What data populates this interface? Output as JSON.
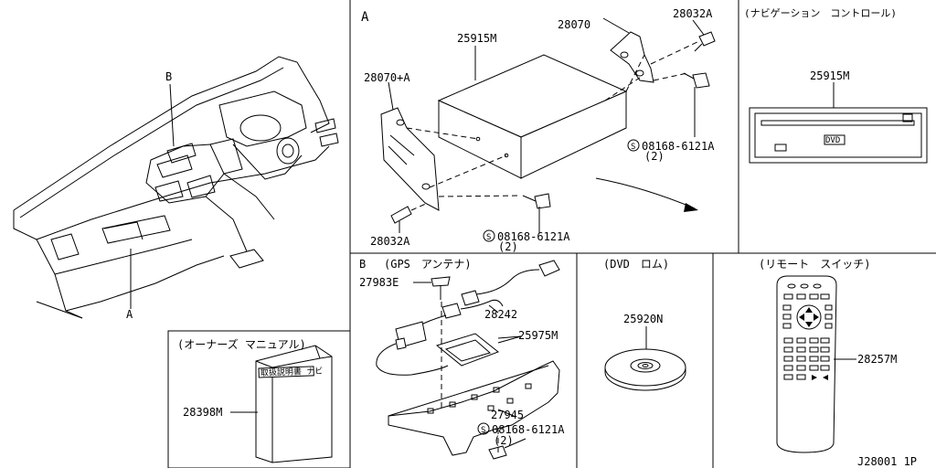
{
  "sections": {
    "a": {
      "letter": "A"
    },
    "nav": {
      "title": "(ナビゲーション　コントロール)"
    },
    "gps": {
      "letter": "B",
      "title": "(GPS　アンテナ)"
    },
    "dvd": {
      "title": "(DVD　ロム)"
    },
    "remote": {
      "title": "(リモート　スイッチ)"
    },
    "manual": {
      "title": "(オーナーズ マニュアル)",
      "cover_text": "取扱説明書 ナビ"
    }
  },
  "callouts": {
    "dash_b": "B",
    "dash_a": "A"
  },
  "parts": {
    "p25915M_a": "25915M",
    "p28070": "28070",
    "p28032A_top": "28032A",
    "p28070A": "28070+A",
    "p08168_a1": "08168-6121A",
    "p08168_a1_qty": "(2)",
    "p28032A_bot": "28032A",
    "p08168_a2": "08168-6121A",
    "p08168_a2_qty": "(2)",
    "p25915M_nav": "25915M",
    "p27983E": "27983E",
    "p28242": "28242",
    "p25975M": "25975M",
    "p27945": "27945",
    "p08168_b": "08168-6121A",
    "p08168_b_qty": "(2)",
    "p25920N": "25920N",
    "p28257M": "28257M",
    "p28398M": "28398M"
  },
  "drawing_code": "J28001 1P",
  "screw_symbol": "S",
  "dvd_logo": "DVD"
}
